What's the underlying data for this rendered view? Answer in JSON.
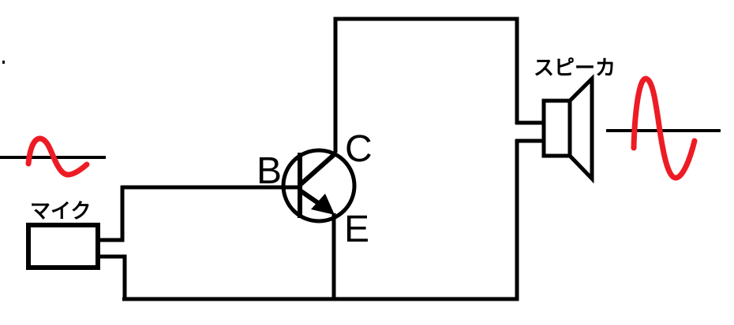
{
  "colors": {
    "ink": "#000000",
    "signal": "#ed1c24",
    "background": "#ffffff"
  },
  "labels": {
    "mic": "マイク",
    "speaker": "スピーカ",
    "base": "B",
    "collector": "C",
    "emitter": "E"
  }
}
